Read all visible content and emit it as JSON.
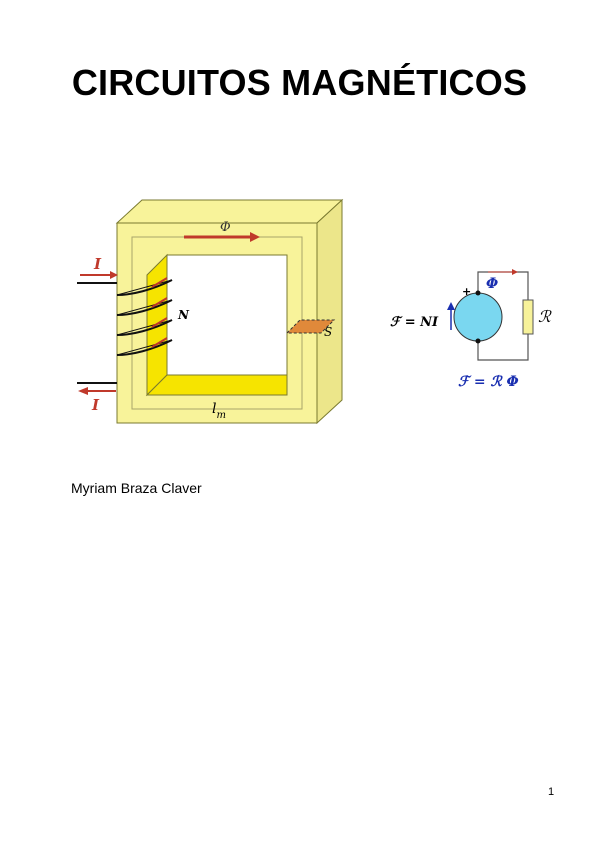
{
  "document": {
    "title": "CIRCUITOS MAGNÉTICOS",
    "author": "Myriam Braza Claver",
    "page_number": "1"
  },
  "figure_core": {
    "current_in_label": "I",
    "current_out_label": "I",
    "flux_label": "Φ",
    "turns_label": "N",
    "section_label": "S",
    "length_label_main": "l",
    "length_label_sub": "m",
    "colors": {
      "core": "#f8f39a",
      "core_edge": "#7a7a30",
      "coil": "#f6e400",
      "arrow_red": "#c0392b",
      "section": "#e0893a"
    }
  },
  "figure_circuit": {
    "mmf_label": "ℱ = NI",
    "flux_label": "Φ",
    "reluctance_label": "ℛ",
    "plus_label": "+",
    "equation_label": "ℱ = ℛ Φ",
    "colors": {
      "source": "#7ad7f0",
      "resistor": "#f7f29a",
      "label_blue": "#1a2fb0",
      "wire": "#555555"
    }
  }
}
